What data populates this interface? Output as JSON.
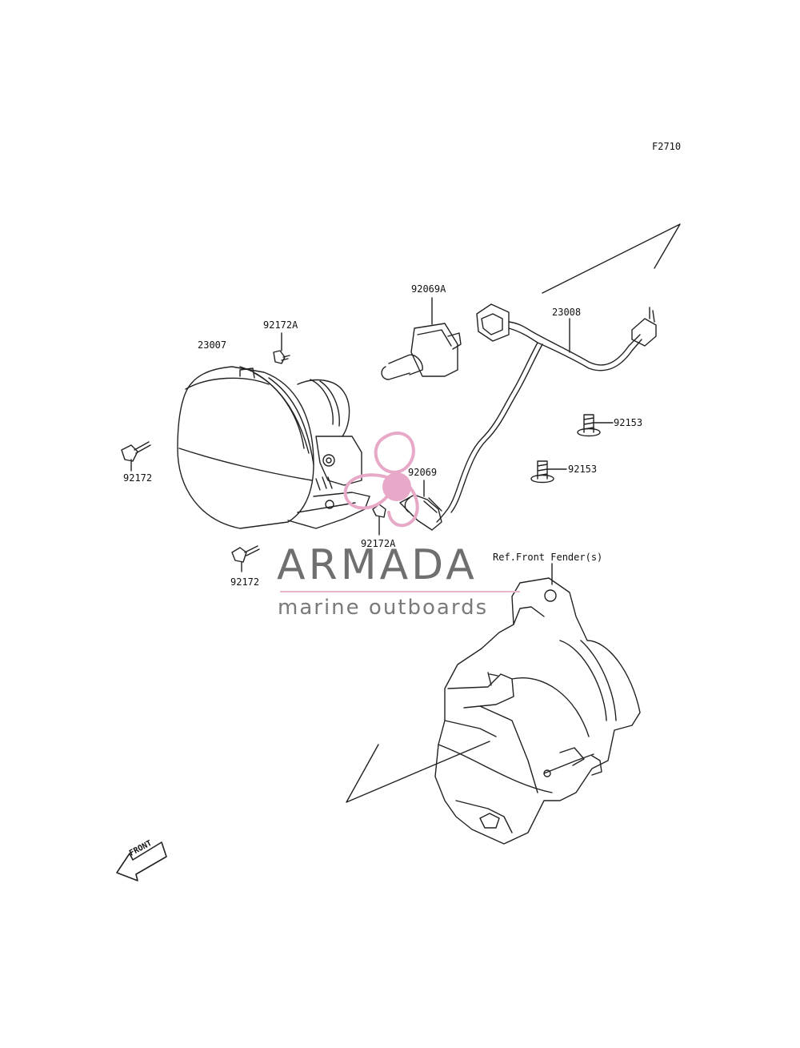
{
  "figure_code": "F2710",
  "parts": {
    "headlight": "23007",
    "screw_left": "92172",
    "screw_lower": "92172",
    "clip_top": "92172A",
    "clip_bottom": "92172A",
    "bulb_main": "92069A",
    "bulb_small": "92069",
    "harness": "23008",
    "bolt_upper": "92153",
    "bolt_lower": "92153"
  },
  "reference": "Ref.Front Fender(s)",
  "front_arrow": "FRONT",
  "watermark": {
    "brand": "ARMADA",
    "tagline": "marine outboards",
    "accent_color": "#e7a9c7"
  }
}
